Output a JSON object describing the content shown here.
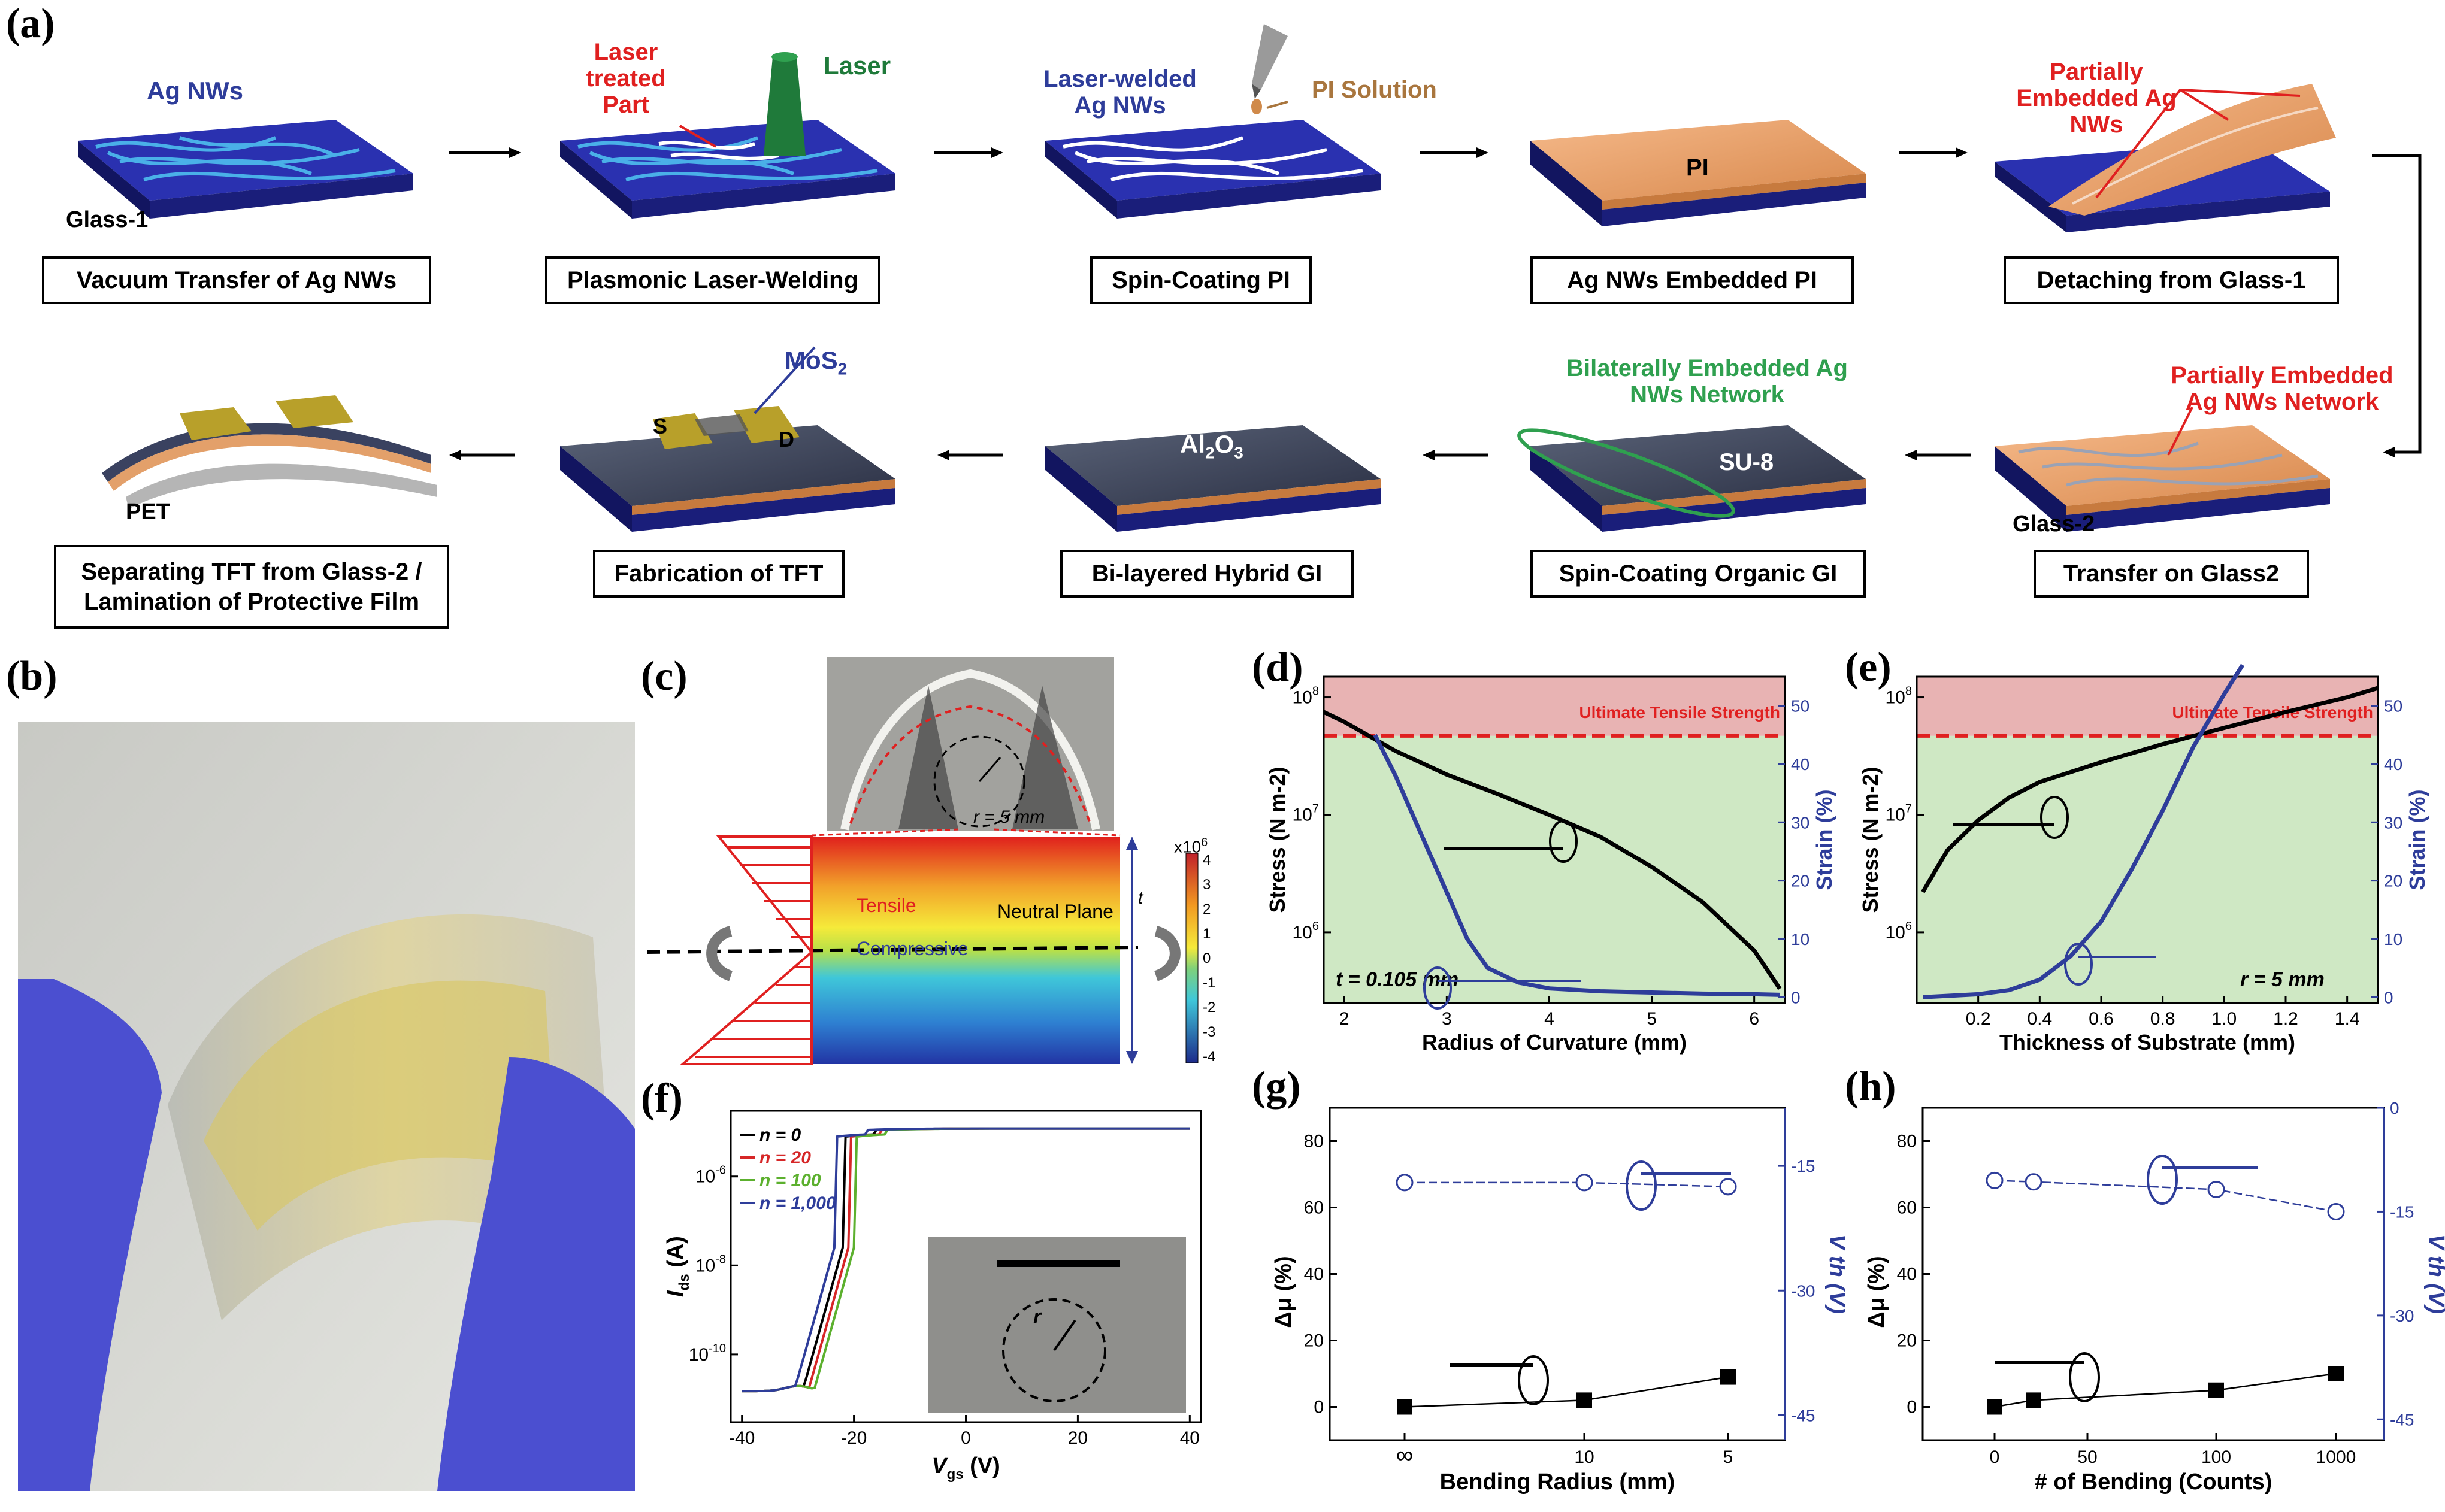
{
  "panel_labels": [
    "(a)",
    "(b)",
    "(c)",
    "(d)",
    "(e)",
    "(f)",
    "(g)",
    "(h)"
  ],
  "steps": [
    "Vacuum Transfer of Ag NWs",
    "Plasmonic Laser-Welding",
    "Spin-Coating PI",
    "Ag NWs Embedded PI",
    "Detaching from Glass-1",
    "Transfer on Glass2",
    "Spin-Coating Organic GI",
    "Bi-layered Hybrid GI",
    "Fabrication of TFT",
    "Separating TFT from Glass-2 / Lamination of Protective Film"
  ],
  "annotations": {
    "ag_nws": "Ag NWs",
    "glass1": "Glass-1",
    "laser_treated": "Laser treated Part",
    "laser": "Laser",
    "laser_welded": "Laser-welded Ag NWs",
    "pi_solution": "PI Solution",
    "pi": "PI",
    "partially_embedded": "Partially Embedded Ag NWs",
    "partially_embedded_network": "Partially Embedded Ag NWs Network",
    "glass2": "Glass-2",
    "bilaterally": "Bilaterally Embedded Ag NWs Network",
    "su8": "SU-8",
    "al2o3_main": "Al",
    "al2o3_sub1": "2",
    "al2o3_o": "O",
    "al2o3_sub2": "3",
    "mos2_main": "MoS",
    "mos2_sub": "2",
    "s": "S",
    "d": "D",
    "pet": "PET"
  },
  "panel_c": {
    "radius_label": "r = 5 mm",
    "tensile": "Tensile",
    "neutral": "Neutral Plane",
    "compressive": "Compressive",
    "t_label": "t",
    "colorbar_title": "x10",
    "colorbar_exp": "6",
    "colorbar_ticks": [
      "4",
      "3",
      "2",
      "1",
      "0",
      "-1",
      "-2",
      "-3",
      "-4"
    ]
  },
  "chart_data": [
    {
      "panel": "d",
      "type": "line",
      "title": "Ultimate Tensile Strength",
      "xlabel": "Radius of Curvature (mm)",
      "ylabel_left": "Stress (N m-2)",
      "ylabel_right": "Strain (%)",
      "xlim": [
        1.8,
        6.3
      ],
      "y_left_scale": "log",
      "ylim_left": [
        250000,
        150000000
      ],
      "ylim_right": [
        -1,
        55
      ],
      "x_ticks": [
        "2",
        "3",
        "4",
        "5",
        "6"
      ],
      "y_left_ticks": [
        "10^6",
        "10^7",
        "10^8"
      ],
      "y_right_ticks": [
        "0",
        "10",
        "20",
        "30",
        "40",
        "50"
      ],
      "threshold_stress": 47000000,
      "annotation": "t = 0.105 mm",
      "series": [
        {
          "name": "Stress",
          "axis": "left",
          "color": "#000000",
          "x": [
            1.8,
            2.0,
            2.5,
            3.0,
            3.5,
            4.0,
            4.5,
            5.0,
            5.5,
            6.0,
            6.25
          ],
          "y": [
            75000000,
            62000000,
            35000000,
            22000000,
            15000000,
            10000000,
            6500000,
            3600000,
            1800000,
            700000,
            330000
          ]
        },
        {
          "name": "Strain",
          "axis": "right",
          "color": "#2e3d9a",
          "x": [
            2.3,
            2.5,
            2.8,
            3.0,
            3.2,
            3.4,
            3.7,
            4.0,
            4.5,
            5.0,
            5.5,
            6.0,
            6.25
          ],
          "y": [
            45,
            38,
            26,
            18,
            10,
            5,
            2.5,
            1.5,
            1.0,
            0.8,
            0.6,
            0.5,
            0.4
          ]
        }
      ]
    },
    {
      "panel": "e",
      "type": "line",
      "title": "Ultimate Tensile Strength",
      "xlabel": "Thickness of Substrate (mm)",
      "ylabel_left": "Stress (N m-2)",
      "ylabel_right": "Strain (%)",
      "xlim": [
        0.0,
        1.5
      ],
      "y_left_scale": "log",
      "ylim_left": [
        250000,
        150000000
      ],
      "ylim_right": [
        -1,
        55
      ],
      "x_ticks": [
        "0.2",
        "0.4",
        "0.6",
        "0.8",
        "1.0",
        "1.2",
        "1.4"
      ],
      "y_left_ticks": [
        "10^6",
        "10^7",
        "10^8"
      ],
      "y_right_ticks": [
        "0",
        "10",
        "20",
        "30",
        "40",
        "50"
      ],
      "threshold_stress": 47000000,
      "annotation": "r = 5 mm",
      "series": [
        {
          "name": "Stress",
          "axis": "left",
          "color": "#000000",
          "x": [
            0.02,
            0.1,
            0.2,
            0.3,
            0.4,
            0.6,
            0.8,
            1.0,
            1.2,
            1.4,
            1.5
          ],
          "y": [
            2200000,
            5000000,
            9000000,
            14000000,
            19000000,
            28000000,
            40000000,
            55000000,
            75000000,
            100000000,
            120000000
          ]
        },
        {
          "name": "Strain",
          "axis": "right",
          "color": "#2e3d9a",
          "x": [
            0.02,
            0.2,
            0.3,
            0.4,
            0.5,
            0.6,
            0.7,
            0.8,
            0.9,
            1.0,
            1.06
          ],
          "y": [
            0,
            0.5,
            1.2,
            3,
            7,
            13,
            22,
            32,
            43,
            52,
            57
          ]
        }
      ]
    },
    {
      "panel": "f",
      "type": "line",
      "xlabel": "V",
      "xlabel_sub": "gs",
      "xlabel_unit": " (V)",
      "ylabel": "I",
      "ylabel_sub": "ds",
      "ylabel_unit": " (A)",
      "xlim": [
        -42,
        42
      ],
      "y_scale": "log",
      "ylim": [
        3e-12,
        3e-05
      ],
      "x_ticks": [
        "-40",
        "-20",
        "0",
        "20",
        "40"
      ],
      "y_ticks": [
        "10^-10",
        "10^-8",
        "10^-6"
      ],
      "series": [
        {
          "name": "n = 0",
          "color": "#000000",
          "shift": 0
        },
        {
          "name": "n = 20",
          "color": "#d62728",
          "shift": 1
        },
        {
          "name": "n = 100",
          "color": "#5cb02e",
          "shift": 2
        },
        {
          "name": "n = 1,000",
          "color": "#2e3d9a",
          "shift": -1.5
        }
      ],
      "inset_label": "r"
    },
    {
      "panel": "g",
      "type": "scatter",
      "xlabel": "Bending Radius (mm)",
      "ylabel_left": "Δμ (%)",
      "ylabel_right": "V th (V)",
      "categories": [
        "∞",
        "10",
        "5"
      ],
      "ylim_left": [
        -10,
        90
      ],
      "ylim_right": [
        -48,
        -8
      ],
      "y_left_ticks": [
        "0",
        "20",
        "40",
        "60",
        "80"
      ],
      "y_right_ticks": [
        "-15",
        "-30",
        "-45"
      ],
      "series": [
        {
          "name": "Δμ",
          "axis": "left",
          "marker": "square",
          "values": [
            0,
            2,
            9
          ]
        },
        {
          "name": "Vth",
          "axis": "right",
          "marker": "circle",
          "values": [
            -17,
            -17,
            -17.5
          ]
        }
      ]
    },
    {
      "panel": "h",
      "type": "scatter",
      "xlabel": "# of Bending (Counts)",
      "ylabel_left": "Δμ (%)",
      "ylabel_right": "V th (V)",
      "x": [
        0,
        20,
        100,
        1000
      ],
      "x_ticks": [
        "0",
        "50",
        "100",
        "1000"
      ],
      "ylim_left": [
        -10,
        90
      ],
      "ylim_right": [
        -48,
        0
      ],
      "y_left_ticks": [
        "0",
        "20",
        "40",
        "60",
        "80"
      ],
      "y_right_ticks": [
        "0",
        "-15",
        "-30",
        "-45"
      ],
      "series": [
        {
          "name": "Δμ",
          "axis": "left",
          "marker": "square",
          "values": [
            0,
            2,
            5,
            10
          ]
        },
        {
          "name": "Vth",
          "axis": "right",
          "marker": "circle",
          "values": [
            -10.5,
            -10.7,
            -11.8,
            -15
          ]
        }
      ]
    }
  ]
}
